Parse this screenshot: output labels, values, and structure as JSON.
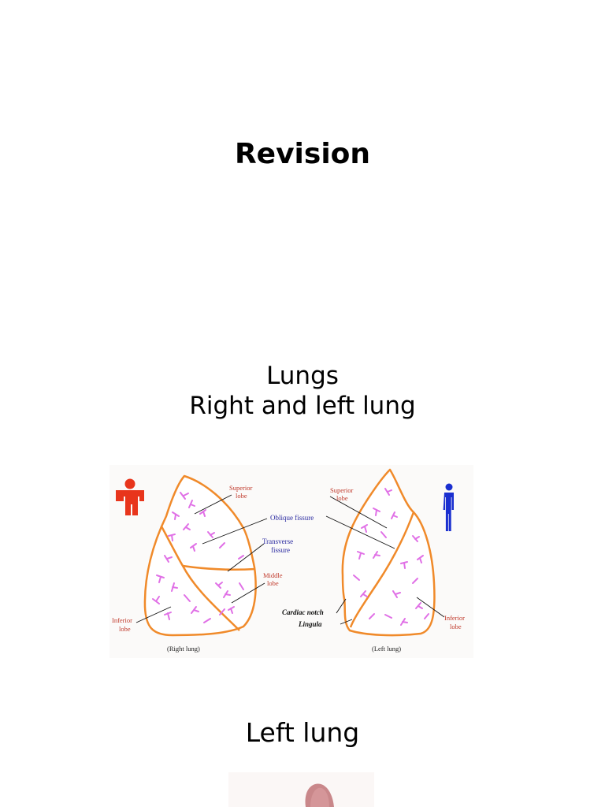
{
  "slide1": {
    "title": "Revision"
  },
  "slide2": {
    "line1": "Lungs",
    "line2": "Right and left lung",
    "figure": {
      "right_lung": {
        "superior": [
          "Superior",
          "lobe"
        ],
        "oblique": "Oblique fissure",
        "transverse": [
          "Transverse",
          "fissure"
        ],
        "middle": [
          "Middle",
          "lobe"
        ],
        "inferior": [
          "Inferior",
          "lobe"
        ],
        "caption": "(Right lung)",
        "person_color": "#e8351c"
      },
      "left_lung": {
        "superior": [
          "Superior",
          "lobe"
        ],
        "cardiac_notch": "Cardiac notch",
        "lingula": "Lingula",
        "inferior": [
          "Inferior",
          "lobe"
        ],
        "caption": "(Left lung)",
        "person_color": "#1a2fd0"
      },
      "outline_color": "#f08a2a",
      "vessel_color": "#e070e6"
    }
  },
  "slide3": {
    "title": "Left lung"
  }
}
